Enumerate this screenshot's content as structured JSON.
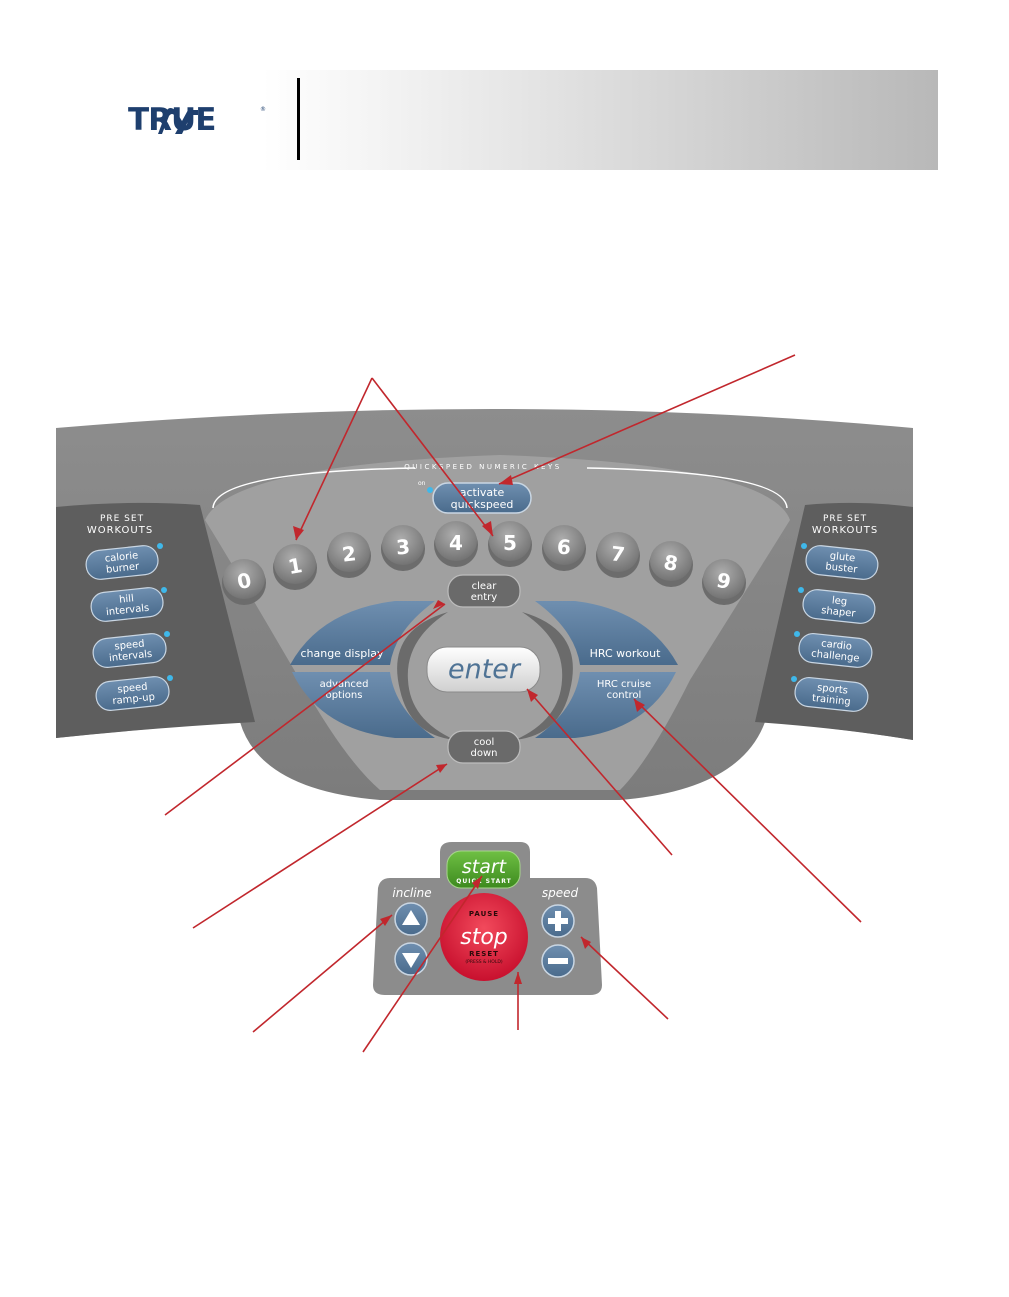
{
  "logo": {
    "text": "TRUE",
    "tm": "®"
  },
  "console": {
    "quickspeed_title": "QUICKSPEED NUMERIC KEYS",
    "on_label": "on",
    "activate_line1": "activate",
    "activate_line2": "quickspeed",
    "digits": [
      "0",
      "1",
      "2",
      "3",
      "4",
      "5",
      "6",
      "7",
      "8",
      "9"
    ],
    "left_header_line1": "PRE SET",
    "left_header_line2": "WORKOUTS",
    "right_header_line1": "PRE SET",
    "right_header_line2": "WORKOUTS",
    "left_workouts": [
      {
        "l1": "calorie",
        "l2": "burner"
      },
      {
        "l1": "hill",
        "l2": "intervals"
      },
      {
        "l1": "speed",
        "l2": "intervals"
      },
      {
        "l1": "speed",
        "l2": "ramp-up"
      }
    ],
    "right_workouts": [
      {
        "l1": "glute",
        "l2": "buster"
      },
      {
        "l1": "leg",
        "l2": "shaper"
      },
      {
        "l1": "cardio",
        "l2": "challenge"
      },
      {
        "l1": "sports",
        "l2": "training"
      }
    ],
    "clear_line1": "clear",
    "clear_line2": "entry",
    "change_display": "change display",
    "advanced_line1": "advanced",
    "advanced_line2": "options",
    "hrc_workout": "HRC workout",
    "hrc_cruise_line1": "HRC cruise",
    "hrc_cruise_line2": "control",
    "enter": "enter",
    "cool_line1": "cool",
    "cool_line2": "down"
  },
  "lower_panel": {
    "start": "start",
    "quick_start": "QUICK START",
    "incline": "incline",
    "speed": "speed",
    "pause": "PAUSE",
    "stop": "stop",
    "reset": "RESET",
    "press_hold": "(PRESS & HOLD)"
  },
  "colors": {
    "annotation": "#c1272d",
    "logo_blue": "#1e3f6e",
    "button_blue": "#4f7395",
    "start_green": "#4c9a2a",
    "stop_red": "#e0203a",
    "led": "#3fb8ea"
  }
}
